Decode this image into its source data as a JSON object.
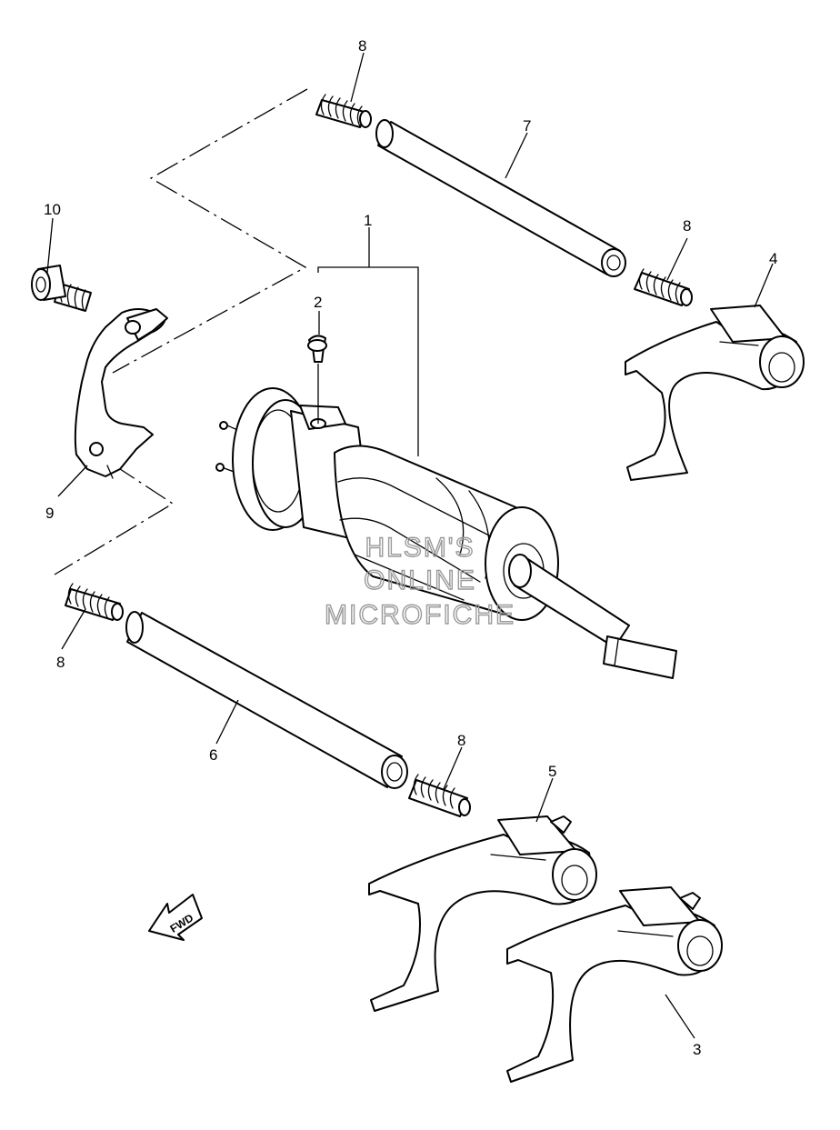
{
  "callouts": [
    {
      "id": "shift-cam-assembly",
      "label": "1"
    },
    {
      "id": "cam-pin",
      "label": "2"
    },
    {
      "id": "shift-fork-lower",
      "label": "3"
    },
    {
      "id": "shift-fork-upper",
      "label": "4"
    },
    {
      "id": "shift-fork-middle",
      "label": "5"
    },
    {
      "id": "fork-guide-bar-lower",
      "label": "6"
    },
    {
      "id": "fork-guide-bar-upper",
      "label": "7"
    },
    {
      "id": "spring-top",
      "label": "8"
    },
    {
      "id": "spring-upper-right",
      "label": "8"
    },
    {
      "id": "spring-left",
      "label": "8"
    },
    {
      "id": "spring-lower-right",
      "label": "8"
    },
    {
      "id": "stopper-plate",
      "label": "9"
    },
    {
      "id": "bolt",
      "label": "10"
    }
  ],
  "watermark": [
    "HLSM'S",
    "ONLINE",
    "MICROFICHE"
  ],
  "fwd_label": "FWD"
}
